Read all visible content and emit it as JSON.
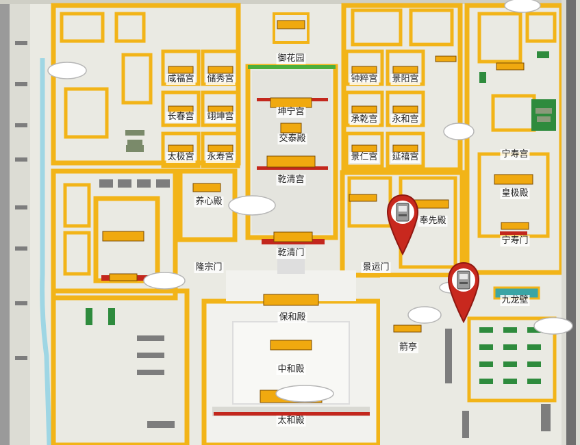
{
  "map": {
    "colors": {
      "background": "#eaeae3",
      "wall": "#f2b418",
      "wall_edge": "#b87d06",
      "roof": "#f0a90f",
      "moat": "#9fd6e4",
      "gray_block": "#7d7d7d",
      "green_block": "#2e8b3d",
      "red_wall": "#c3271d",
      "pin": "#c8281e"
    },
    "labels": {
      "yuhuayuan": "御花园",
      "xianfugong": "咸福宫",
      "chuxiugong": "储秀宫",
      "zhongcuigong": "钟粹宫",
      "jingyanggong": "景阳宫",
      "changchungong": "长春宫",
      "yikungong": "翊坤宫",
      "kunninggong": "坤宁宫",
      "chengqiangong": "承乾宫",
      "yonghegong": "永和宫",
      "jiaotaidian": "交泰殿",
      "taijidian": "太极宫",
      "yongshougong": "永寿宫",
      "jingrengong": "景仁宫",
      "yanxigong": "延禧宫",
      "ningshougong": "宁寿宫",
      "qianqinggong": "乾清宫",
      "huangjidian": "皇极殿",
      "yangxindian": "养心殿",
      "fengxiandian": "奉先殿",
      "ningshoumen": "宁寿门",
      "qianqingmen": "乾清门",
      "longzongmen": "隆宗门",
      "jingyunmen": "景运门",
      "jiulongbi": "九龙壁",
      "baohedian": "保和殿",
      "jianting": "箭亭",
      "zhonghedian": "中和殿",
      "taihedian": "太和殿"
    },
    "pins": [
      {
        "icon": "atm-location-pin-icon"
      },
      {
        "icon": "atm-location-pin-icon"
      }
    ]
  }
}
